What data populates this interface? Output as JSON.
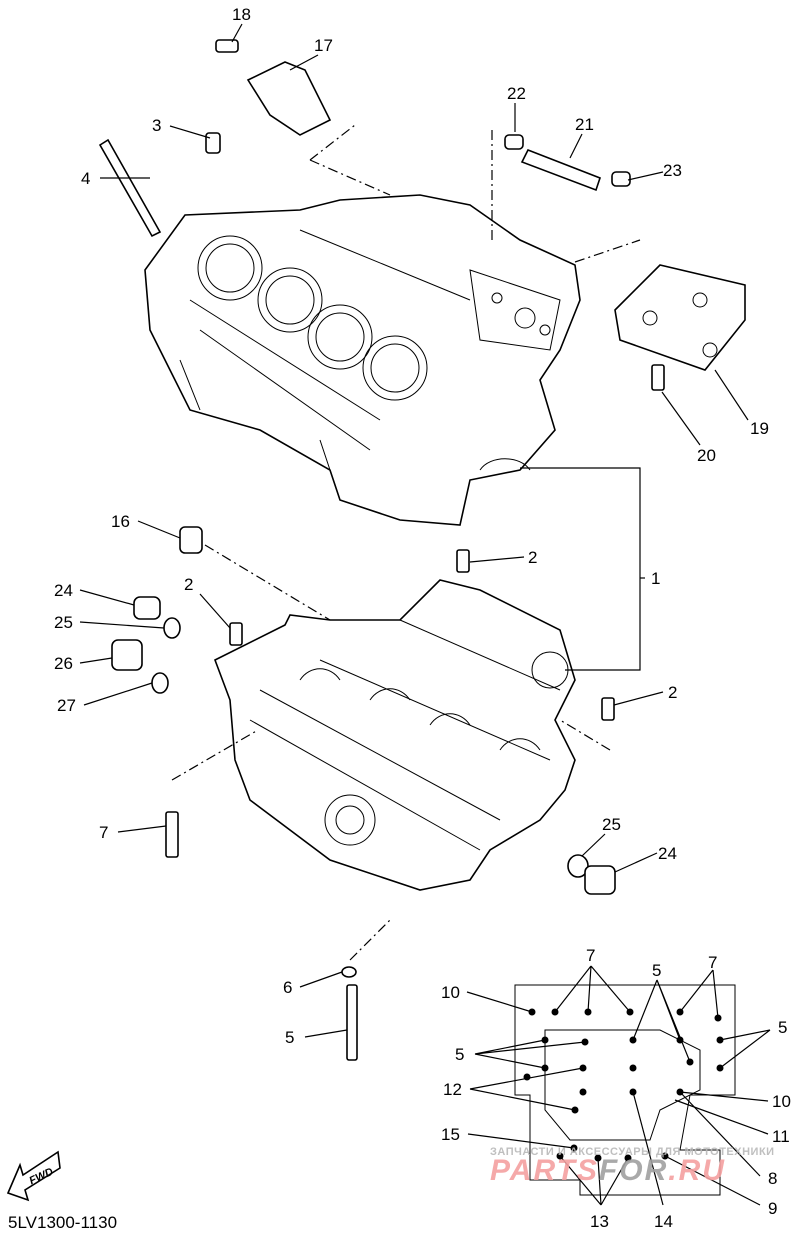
{
  "diagram_code": "5LV1300-1130",
  "direction_badge": "FWD",
  "watermark": {
    "tagline": "ЗАПЧАСТИ И АКСЕССУАРЫ ДЛЯ МОТОТЕХНИКИ",
    "logo_left": "PARTS",
    "logo_mid": "FOR",
    "logo_right": ".RU",
    "colors": {
      "red": "#f4a0a0",
      "gray": "#a0a0a0"
    }
  },
  "callouts": [
    "18",
    "17",
    "22",
    "21",
    "23",
    "3",
    "4",
    "19",
    "20",
    "16",
    "2",
    "1",
    "24",
    "2",
    "25",
    "26",
    "27",
    "2",
    "7",
    "25",
    "24",
    "6",
    "5",
    "7",
    "5",
    "7",
    "10",
    "5",
    "5",
    "12",
    "10",
    "15",
    "11",
    "8",
    "9",
    "13",
    "14"
  ]
}
